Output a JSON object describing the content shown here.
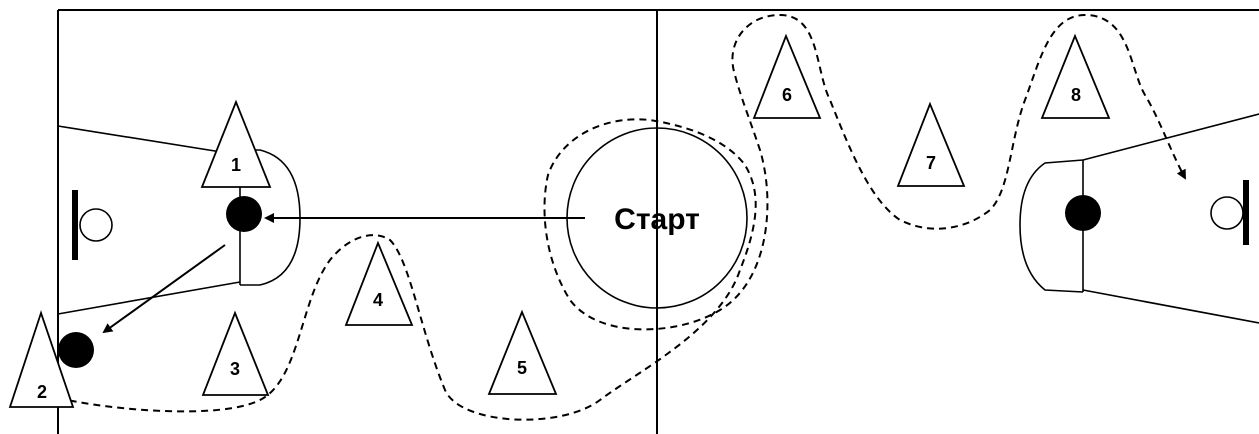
{
  "diagram": {
    "start_label": "Старт",
    "cones": [
      {
        "id": "1",
        "label": "1"
      },
      {
        "id": "2",
        "label": "2"
      },
      {
        "id": "3",
        "label": "3"
      },
      {
        "id": "4",
        "label": "4"
      },
      {
        "id": "5",
        "label": "5"
      },
      {
        "id": "6",
        "label": "6"
      },
      {
        "id": "7",
        "label": "7"
      },
      {
        "id": "8",
        "label": "8"
      }
    ]
  }
}
